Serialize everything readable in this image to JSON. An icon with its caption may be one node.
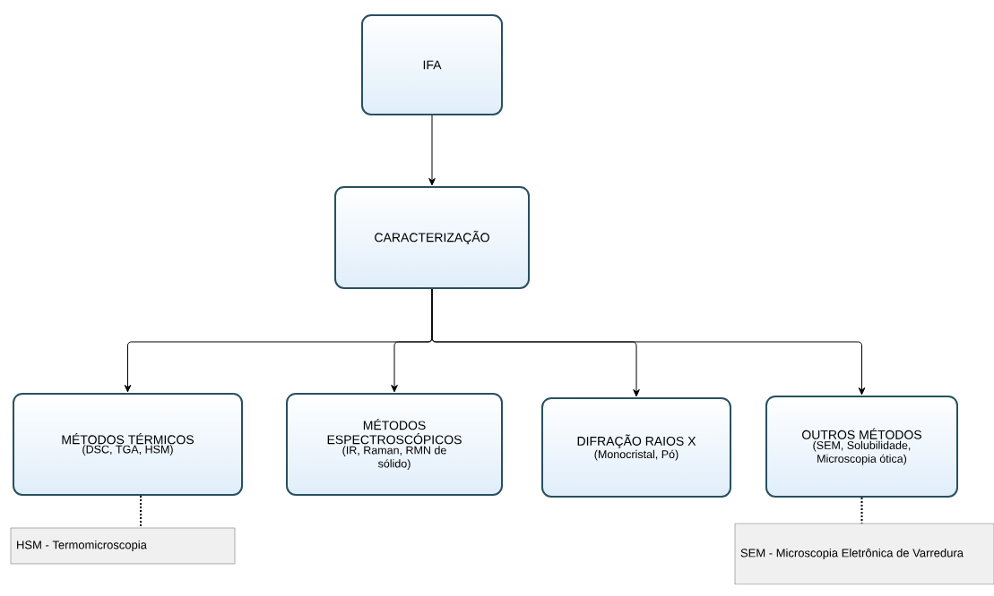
{
  "diagram": {
    "nodes": [
      {
        "text": [
          "IFA"
        ]
      },
      {
        "text": [
          "CARACTERIZAÇÃO"
        ]
      },
      {
        "text": [
          "MÉTODOS TÉRMICOS",
          "(DSC, TGA, HSM)"
        ]
      },
      {
        "text": [
          "MÉTODOS ESPECTROSCÓPICOS",
          "(IR, Raman, RMN de sólido)"
        ]
      },
      {
        "text": [
          "DIFRAÇÃO RAIOS X",
          "(Monocristal, Pó)"
        ]
      },
      {
        "text": [
          "OUTROS MÉTODOS",
          "(SEM, Solubilidade, Microscopia ótica)"
        ]
      },
      {
        "text": [
          "HSM - Termomicroscopia"
        ]
      },
      {
        "text": [
          "SEM - Microscopia Eletrônica de Varredura"
        ]
      }
    ],
    "edges": [
      {
        "from": 0,
        "to": 1,
        "arrow": "to"
      },
      {
        "from": 1,
        "to": 2,
        "arrow": "to"
      },
      {
        "from": 1,
        "to": 3,
        "arrow": "to"
      },
      {
        "from": 1,
        "to": 4,
        "arrow": "to"
      },
      {
        "from": 1,
        "to": 5,
        "arrow": "to"
      },
      {
        "from": 2,
        "to": 6,
        "arrow": "none",
        "style": "dashed"
      },
      {
        "from": 5,
        "to": 7,
        "arrow": "none",
        "style": "dashed"
      }
    ]
  }
}
